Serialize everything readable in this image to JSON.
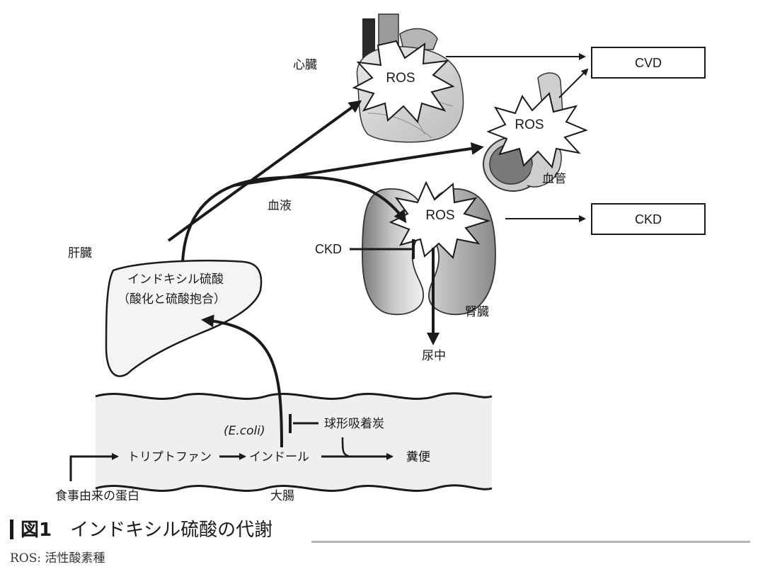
{
  "diagram": {
    "heart_label": "心臓",
    "vessel_label": "血管",
    "kidney_label": "腎臓",
    "liver_label": "肝臓",
    "blood_label": "血液",
    "liver_text_line1": "インドキシル硫酸",
    "liver_text_line2": "（酸化と硫酸抱合）",
    "ros_label": "ROS",
    "cvd_box": "CVD",
    "ckd_box": "CKD",
    "ckd_inhibitor": "CKD",
    "urine_label": "尿中",
    "ecoli_label": "(E.coli)",
    "adsorbent_label": "球形吸着炭",
    "tryptophan_label": "トリプトファン",
    "indole_label": "インドール",
    "feces_label": "糞便",
    "dietary_protein_label": "食事由来の蛋白",
    "colon_label": "大腸"
  },
  "caption": {
    "figure_number": "図1",
    "title": "インドキシル硫酸の代謝",
    "note": "ROS: 活性酸素種"
  }
}
